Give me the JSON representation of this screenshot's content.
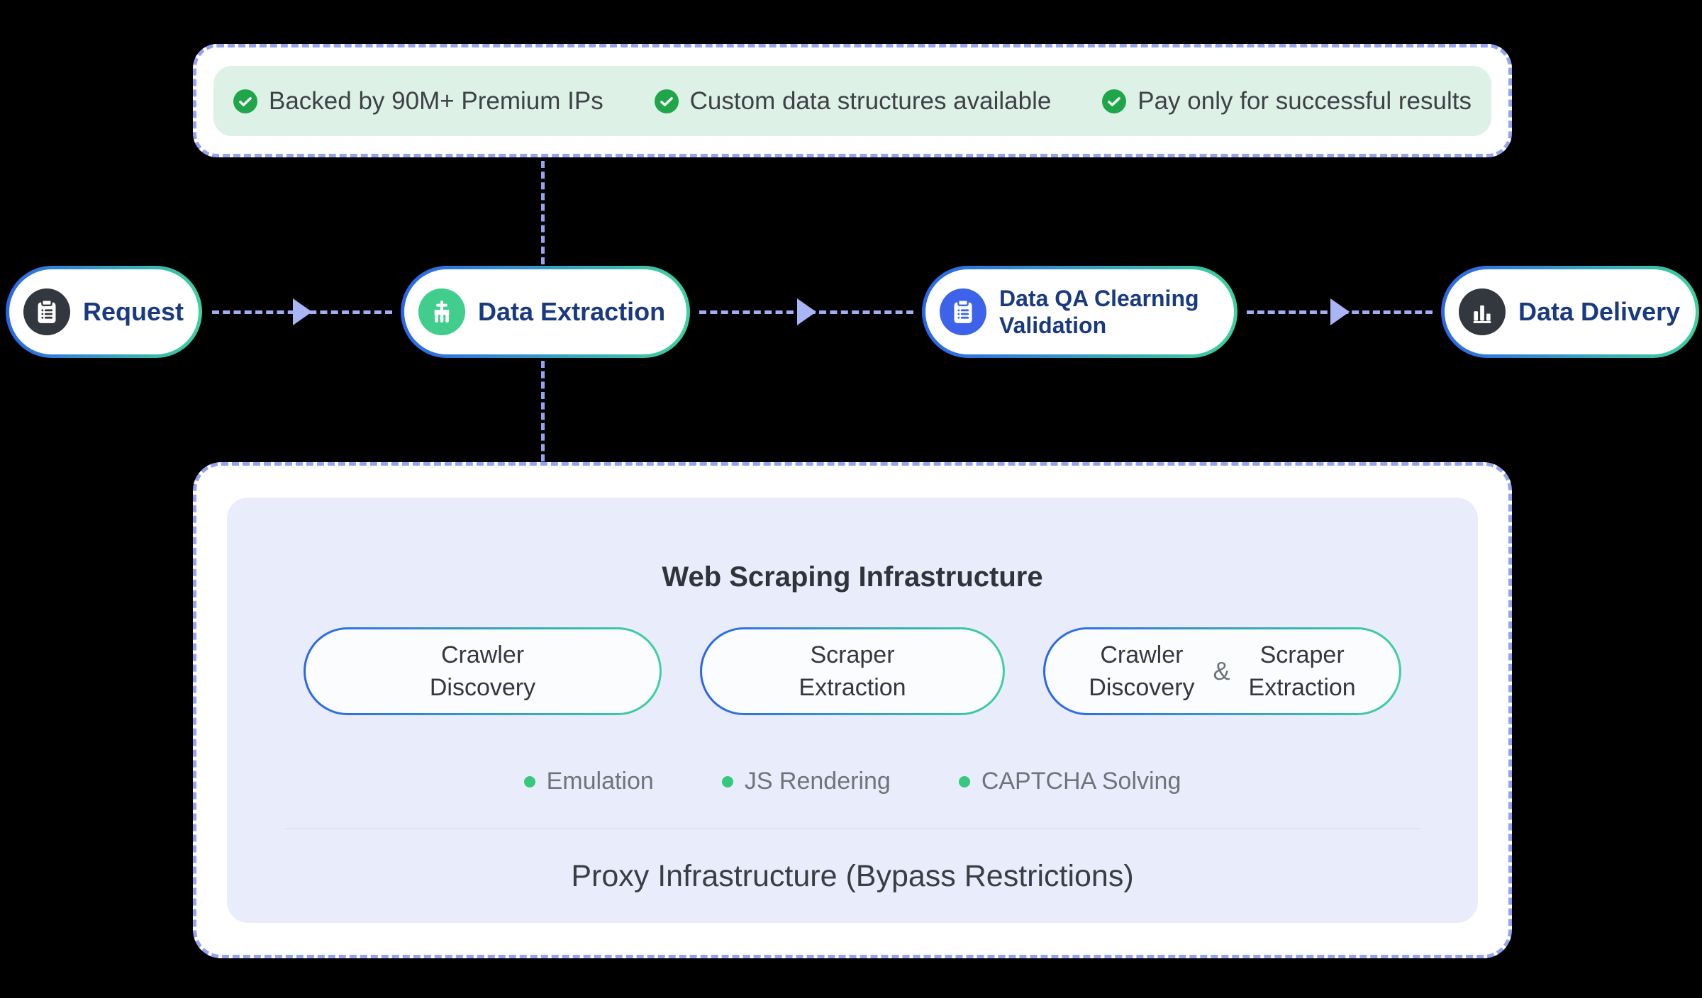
{
  "benefits": {
    "items": [
      {
        "label": "Backed by 90M+ Premium IPs"
      },
      {
        "label": "Custom data structures available"
      },
      {
        "label": "Pay only for successful results"
      }
    ]
  },
  "flow": {
    "steps": [
      {
        "line1": "Request"
      },
      {
        "line1": "Data Extraction"
      },
      {
        "line1": "Data QA Clearning",
        "line2": "Validation"
      },
      {
        "line1": "Data Delivery"
      }
    ]
  },
  "infrastructure": {
    "title": "Web Scraping Infrastructure",
    "pills": [
      {
        "line1": "Crawler",
        "line2": "Discovery"
      },
      {
        "line1": "Scraper",
        "line2": "Extraction"
      },
      {
        "left1": "Crawler",
        "left2": "Discovery",
        "amp": "&",
        "right1": "Scraper",
        "right2": "Extraction"
      }
    ],
    "features": [
      {
        "label": "Emulation"
      },
      {
        "label": "JS Rendering"
      },
      {
        "label": "CAPTCHA Solving"
      }
    ],
    "footer": "Proxy Infrastructure (Bypass Restrictions)"
  },
  "colors": {
    "dash_periwinkle": "#93a3ef",
    "arrow_head": "#a9b5f4",
    "gradient_start": "#2b66e9",
    "gradient_end": "#3fd19c",
    "mint_band": "#def1e6",
    "check_green": "#1fa64b",
    "navy_text": "#1a3a80",
    "lavender_panel": "#e9ecfa",
    "icon_dark": "#33373e",
    "icon_green": "#41ce8c",
    "icon_blue": "#3c63e9",
    "feature_dot_green": "#36c87c"
  }
}
